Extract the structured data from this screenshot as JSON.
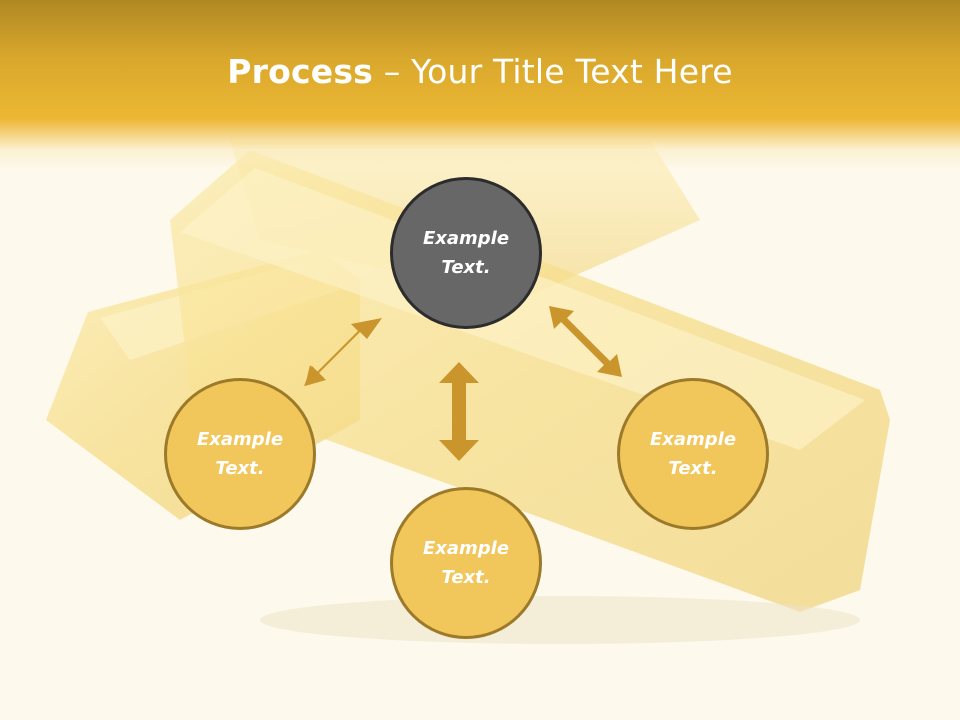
{
  "title": {
    "bold": "Process",
    "rest": " – Your Title Text Here"
  },
  "nodes": {
    "center": {
      "line1": "Example",
      "line2": "Text."
    },
    "left": {
      "line1": "Example",
      "line2": "Text."
    },
    "bottom": {
      "line1": "Example",
      "line2": "Text."
    },
    "right": {
      "line1": "Example",
      "line2": "Text."
    }
  },
  "colors": {
    "band": "#ecb734",
    "node": "#f1c65a",
    "center_node": "#676767",
    "arrow": "#c9952c"
  }
}
